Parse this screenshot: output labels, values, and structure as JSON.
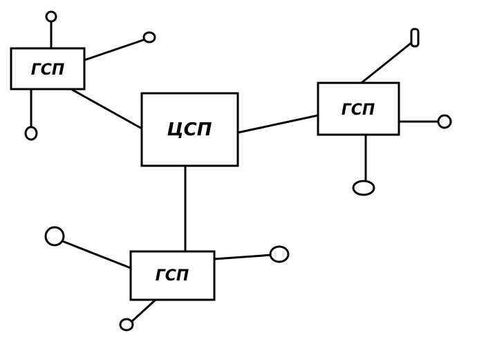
{
  "diagram": {
    "center": {
      "label": "ЦСП"
    },
    "groups": [
      {
        "label": "ГСП"
      },
      {
        "label": "ГСП"
      },
      {
        "label": "ГСП"
      }
    ]
  },
  "colors": {
    "stroke": "#000000",
    "background": "#ffffff"
  }
}
